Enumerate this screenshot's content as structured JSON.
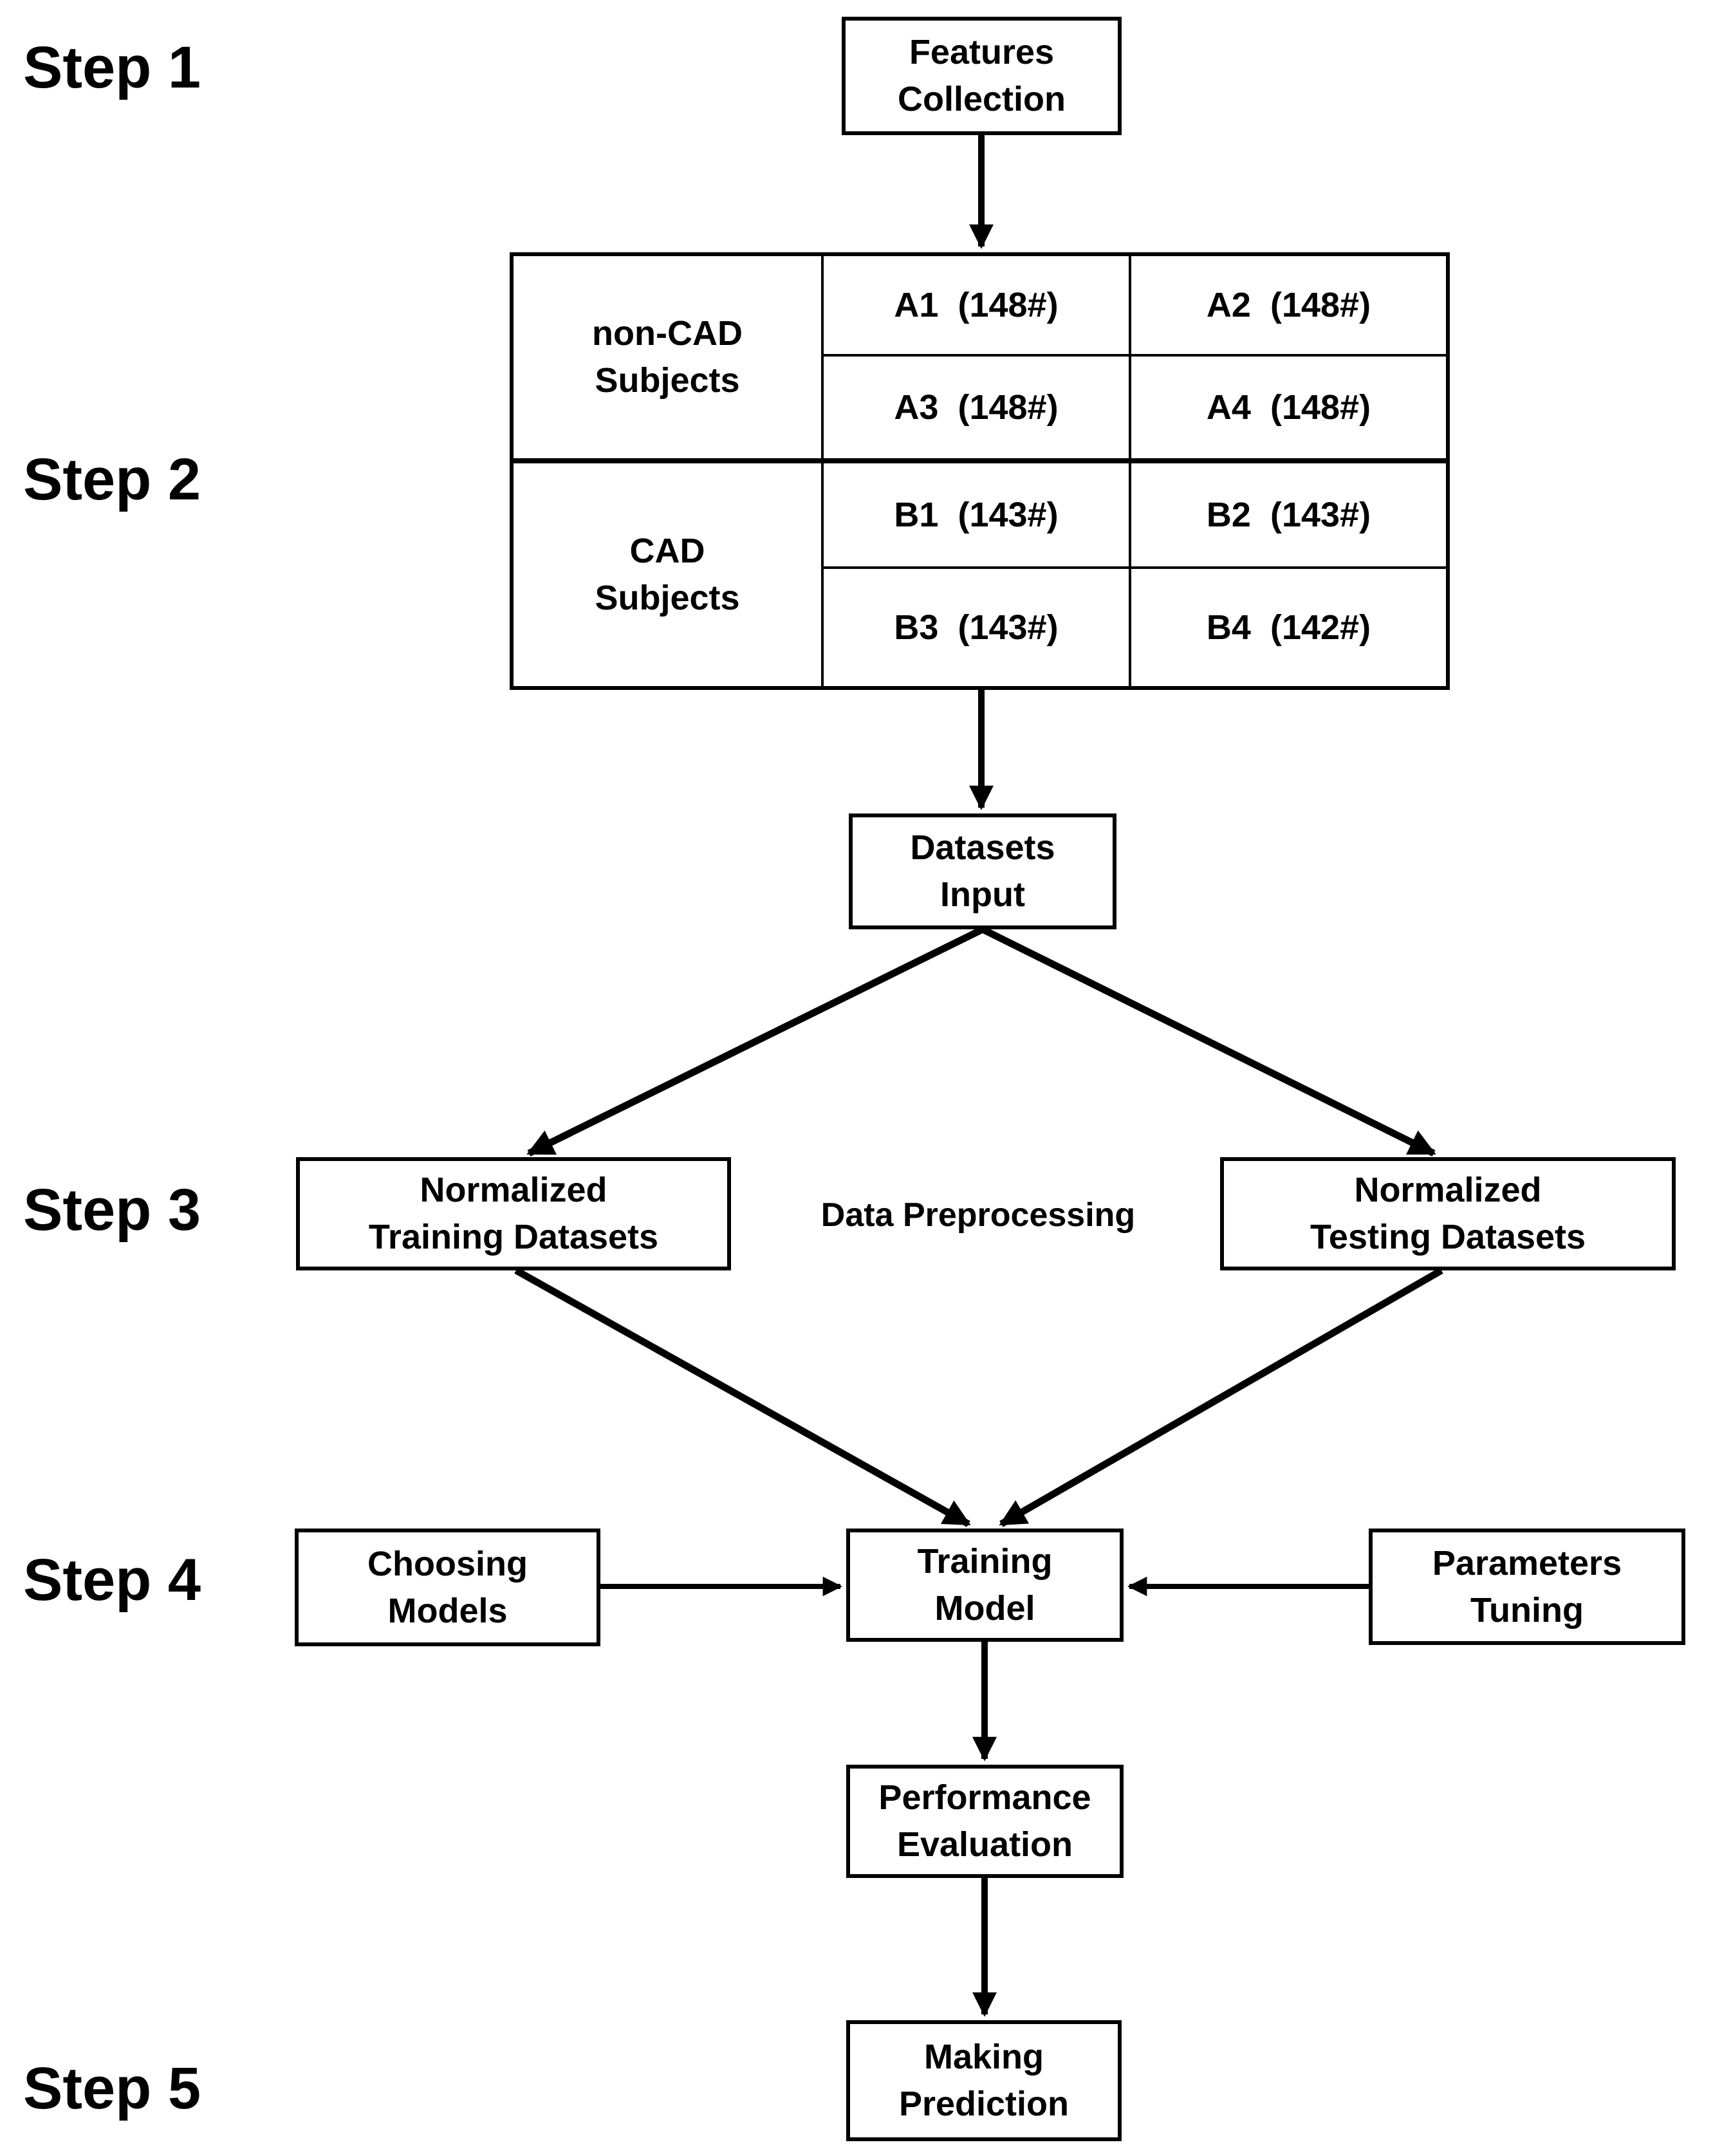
{
  "diagram": {
    "background_color": "#ffffff",
    "line_color": "#000000",
    "steps": [
      {
        "label": "Step 1"
      },
      {
        "label": "Step 2"
      },
      {
        "label": "Step 3"
      },
      {
        "label": "Step 4"
      },
      {
        "label": "Step 5"
      }
    ],
    "nodes": {
      "features_collection": {
        "line1": "Features",
        "line2": "Collection"
      },
      "datasets_input": {
        "line1": "Datasets",
        "line2": "Input"
      },
      "normalized_training": {
        "line1": "Normalized",
        "line2": "Training Datasets"
      },
      "normalized_testing": {
        "line1": "Normalized",
        "line2": "Testing Datasets"
      },
      "choosing_models": {
        "line1": "Choosing",
        "line2": "Models"
      },
      "training_model": {
        "line1": "Training",
        "line2": "Model"
      },
      "parameters_tuning": {
        "line1": "Parameters",
        "line2": "Tuning"
      },
      "performance_evaluation": {
        "line1": "Performance",
        "line2": "Evaluation"
      },
      "making_prediction": {
        "line1": "Making",
        "line2": "Prediction"
      }
    },
    "preprocessing_label": "Data Preprocessing",
    "table": {
      "groups": [
        {
          "label_line1": "non-CAD",
          "label_line2": "Subjects",
          "cells": [
            "A1  (148#)",
            "A2  (148#)",
            "A3  (148#)",
            "A4  (148#)"
          ]
        },
        {
          "label_line1": "CAD",
          "label_line2": "Subjects",
          "cells": [
            "B1  (143#)",
            "B2  (143#)",
            "B3  (143#)",
            "B4  (142#)"
          ]
        }
      ]
    }
  }
}
